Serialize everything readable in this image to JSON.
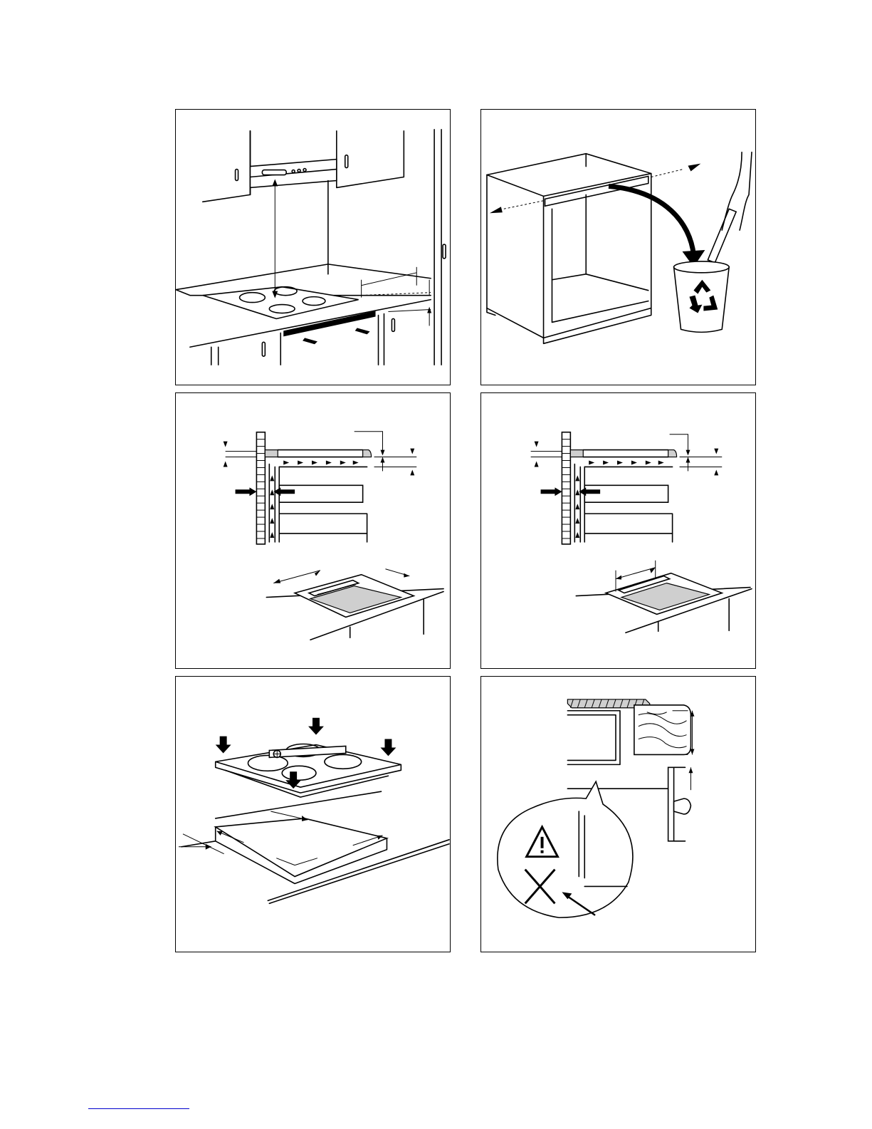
{
  "figures": [
    {
      "id": "hob-clearances-kitchen",
      "icon": "kitchen-hob-clearance-illustration"
    },
    {
      "id": "cabinet-crossbar-removal",
      "icon": "recycle-bin-icon"
    },
    {
      "id": "ventilation-gap-oven-below",
      "icon": "airflow-arrows-illustration"
    },
    {
      "id": "ventilation-gap-wall",
      "icon": "airflow-arrows-illustration"
    },
    {
      "id": "hob-seating-level",
      "icon": "spirit-level-icon"
    },
    {
      "id": "worktop-edge-warning",
      "icon": "warning-icon"
    }
  ],
  "colors": {
    "line": "#000000",
    "fill_grey": "#cfcfcf",
    "footer_rule": "#0000cc"
  }
}
